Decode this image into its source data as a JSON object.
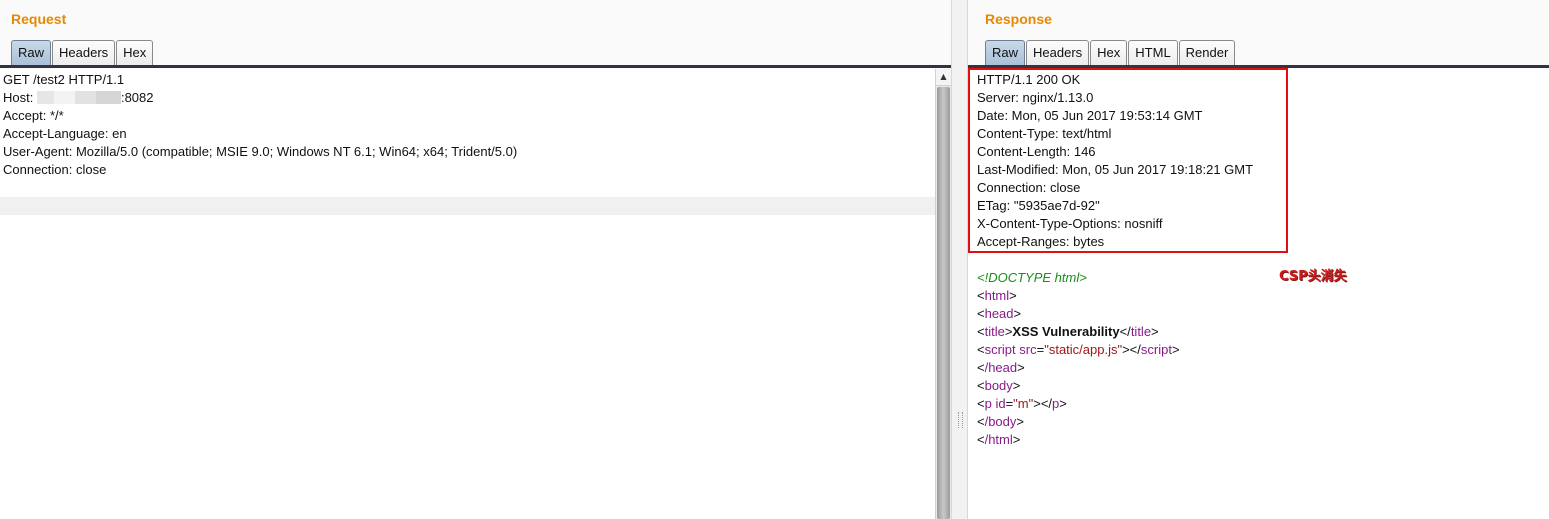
{
  "request": {
    "title": "Request",
    "tabs": [
      "Raw",
      "Headers",
      "Hex"
    ],
    "active_tab": "Raw",
    "lines": [
      "GET /test2 HTTP/1.1",
      "Host: ",
      "Accept: */*",
      "Accept-Language: en",
      "User-Agent: Mozilla/5.0 (compatible; MSIE 9.0; Windows NT 6.1; Win64; x64; Trident/5.0)",
      "Connection: close"
    ],
    "host_port": ":8082"
  },
  "response": {
    "title": "Response",
    "tabs": [
      "Raw",
      "Headers",
      "Hex",
      "HTML",
      "Render"
    ],
    "active_tab": "Raw",
    "headers": [
      "HTTP/1.1 200 OK",
      "Server: nginx/1.13.0",
      "Date: Mon, 05 Jun 2017 19:53:14 GMT",
      "Content-Type: text/html",
      "Content-Length: 146",
      "Last-Modified: Mon, 05 Jun 2017 19:18:21 GMT",
      "Connection: close",
      "ETag: \"5935ae7d-92\"",
      "X-Content-Type-Options: nosniff",
      "Accept-Ranges: bytes"
    ],
    "body": {
      "doctype": "<!DOCTYPE html>",
      "html_open": "html",
      "head_open": "head",
      "title_tag": "title",
      "title_text": "XSS Vulnerability",
      "script_tag": "script",
      "script_attr": "src",
      "script_src": "\"static/app.js\"",
      "head_close": "/head",
      "body_open": "body",
      "p_tag": "p",
      "p_attr": "id",
      "p_id": "\"m\"",
      "body_close": "/body",
      "html_close": "/html"
    }
  },
  "annotation": "CSP头消失"
}
